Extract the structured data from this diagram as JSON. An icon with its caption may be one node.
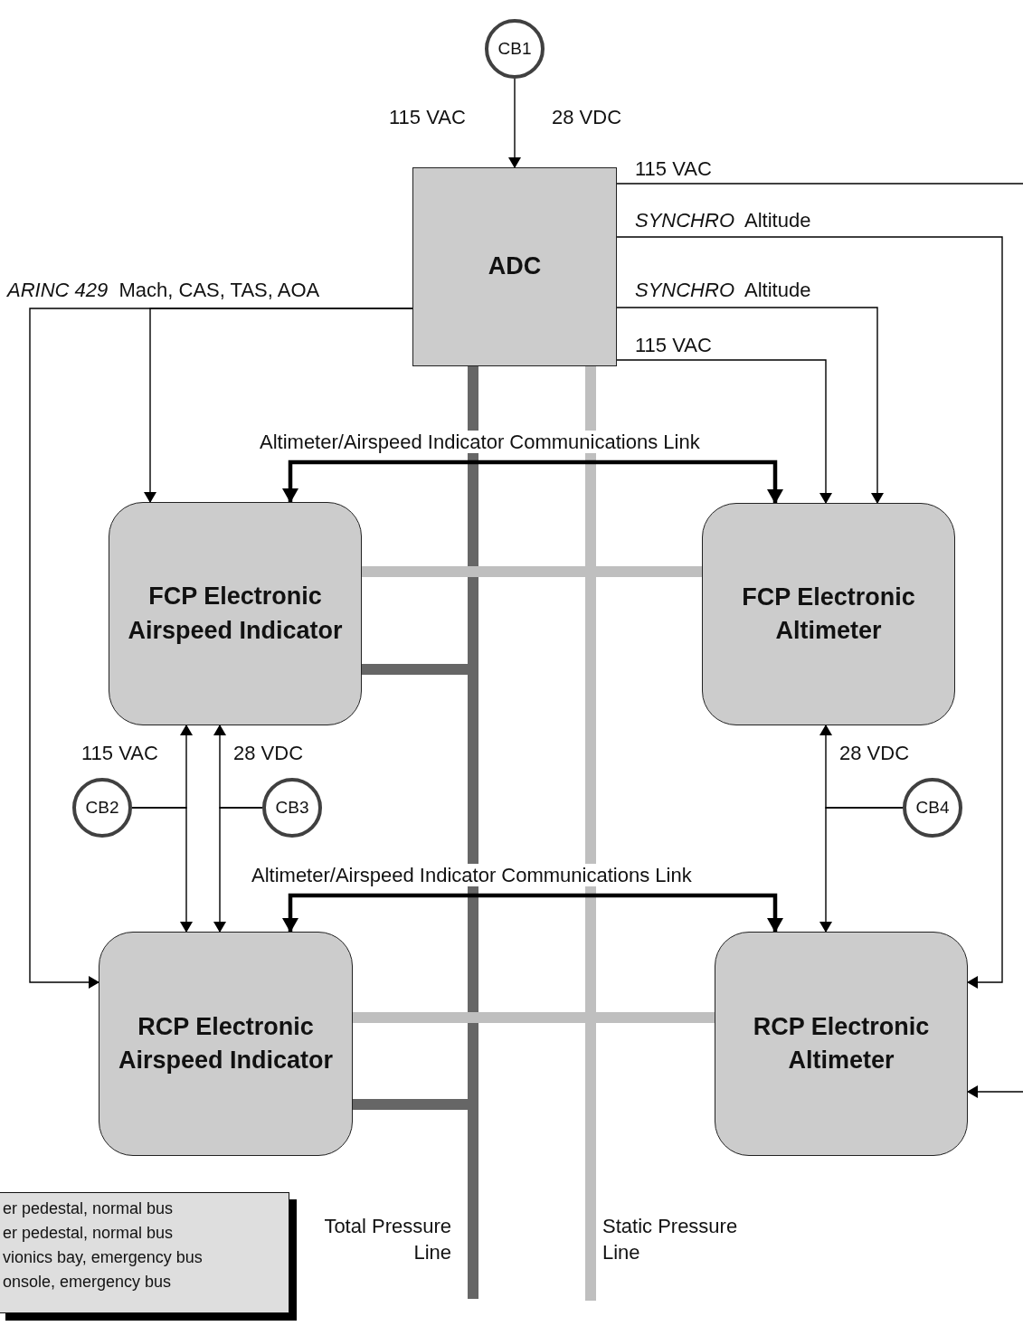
{
  "diagram": {
    "nodes": [
      {
        "text": [
          "CB1"
        ]
      },
      {
        "text": [
          "ADC"
        ]
      },
      {
        "text": [
          "FCP Electronic Airspeed Indicator"
        ]
      },
      {
        "text": [
          "FCP Electronic Altimeter"
        ]
      },
      {
        "text": [
          "CB2"
        ]
      },
      {
        "text": [
          "CB3"
        ]
      },
      {
        "text": [
          "CB4"
        ]
      },
      {
        "text": [
          "RCP Electronic Airspeed Indicator"
        ]
      },
      {
        "text": [
          "RCP Electronic Altimeter"
        ]
      },
      {
        "text": [
          "Total Pressure Line"
        ]
      },
      {
        "text": [
          "Static Pressure Line"
        ]
      }
    ],
    "edges": [
      {
        "from": 0,
        "to": 1,
        "arrow": "to",
        "label": "115 VAC"
      },
      {
        "from": 1,
        "to": null,
        "arrow": "none",
        "label": "115 VAC"
      },
      {
        "from": 1,
        "to": 8,
        "arrow": "to",
        "label": "*SYNCHRO*  Altitude"
      },
      {
        "from": 1,
        "to": 3,
        "arrow": "to",
        "label": "*SYNCHRO*  Altitude"
      },
      {
        "from": 1,
        "to": 3,
        "arrow": "to",
        "label": "115 VAC"
      },
      {
        "from": 1,
        "to": 2,
        "arrow": "to",
        "label": "*ARINC 429*  Mach, CAS, TAS, AOA"
      },
      {
        "from": 1,
        "to": 7,
        "arrow": "to"
      },
      {
        "from": 2,
        "to": 3,
        "arrow": "both",
        "style": "thick",
        "label": "Altimeter/Airspeed Indicator Communications Link"
      },
      {
        "from": 7,
        "to": 8,
        "arrow": "both",
        "style": "thick",
        "label": "Altimeter/Airspeed Indicator Communications Link"
      },
      {
        "from": 4,
        "to": 2,
        "arrow": "to",
        "label": "115 VAC"
      },
      {
        "from": 4,
        "to": 7,
        "arrow": "to"
      },
      {
        "from": 5,
        "to": 2,
        "arrow": "to",
        "label": "28 VDC"
      },
      {
        "from": 5,
        "to": 7,
        "arrow": "to"
      },
      {
        "from": 6,
        "to": 3,
        "arrow": "to",
        "label": "28 VDC"
      },
      {
        "from": 6,
        "to": 8,
        "arrow": "to"
      },
      {
        "from": null,
        "to": 8,
        "arrow": "to"
      },
      {
        "from": 1,
        "to": 9,
        "arrow": "none",
        "style": "thick",
        "color": "#666666"
      },
      {
        "from": 2,
        "to": 9,
        "arrow": "none",
        "style": "thick",
        "color": "#666666"
      },
      {
        "from": 7,
        "to": 9,
        "arrow": "none",
        "style": "thick",
        "color": "#666666"
      },
      {
        "from": 1,
        "to": 10,
        "arrow": "none",
        "style": "thick",
        "color": "#bfbfbf"
      },
      {
        "from": 2,
        "to": 10,
        "arrow": "none",
        "style": "thick",
        "color": "#bfbfbf"
      },
      {
        "from": 3,
        "to": 10,
        "arrow": "none",
        "style": "thick",
        "color": "#bfbfbf"
      },
      {
        "from": 7,
        "to": 10,
        "arrow": "none",
        "style": "thick",
        "color": "#bfbfbf"
      },
      {
        "from": 8,
        "to": 10,
        "arrow": "none",
        "style": "thick",
        "color": "#bfbfbf"
      }
    ],
    "labels": [
      "28 VDC",
      "er pedestal, normal bus",
      "er pedestal, normal bus",
      "vionics bay, emergency bus",
      "onsole, emergency bus"
    ]
  }
}
